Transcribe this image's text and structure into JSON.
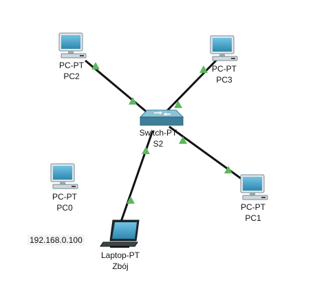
{
  "devices": {
    "pc2": {
      "type": "PC-PT",
      "name": "PC2"
    },
    "pc3": {
      "type": "PC-PT",
      "name": "PC3"
    },
    "pc0": {
      "type": "PC-PT",
      "name": "PC0"
    },
    "pc1": {
      "type": "PC-PT",
      "name": "PC1"
    },
    "switch": {
      "type": "Switch-PT",
      "name": "S2"
    },
    "laptop": {
      "type": "Laptop-PT",
      "name": "Zbój"
    }
  },
  "note": {
    "text": "192.168.0.100"
  },
  "colors": {
    "link": "#111111",
    "link_status_up": "#5cb85c",
    "device_body": "#cfd8dc",
    "screen": "#4aa3c8",
    "switch_top": "#7fb3c8",
    "switch_side": "#3d7f99"
  },
  "links": [
    {
      "from": "pc2",
      "to": "switch",
      "status": "up"
    },
    {
      "from": "pc3",
      "to": "switch",
      "status": "up"
    },
    {
      "from": "pc1",
      "to": "switch",
      "status": "up"
    },
    {
      "from": "laptop",
      "to": "switch",
      "status": "up"
    }
  ]
}
